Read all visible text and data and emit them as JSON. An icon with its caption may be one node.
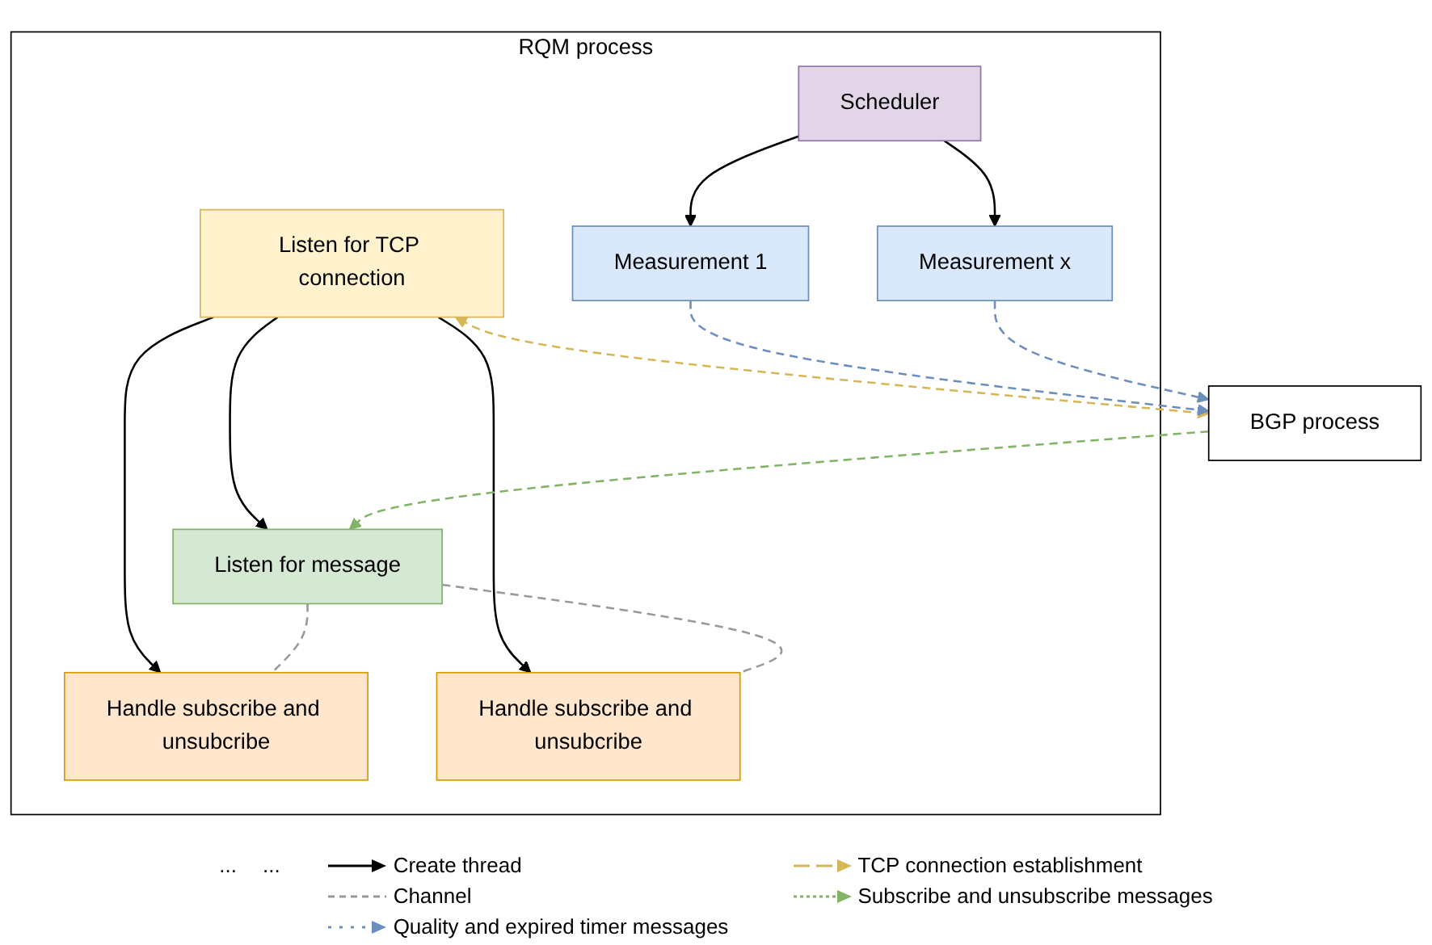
{
  "diagram": {
    "nodes": [
      {
        "text": [
          "RQM process"
        ]
      },
      {
        "text": [
          "Listen for TCP connection"
        ],
        "in": 0
      },
      {
        "text": [
          "Scheduler"
        ],
        "in": 0
      },
      {
        "text": [
          "Listen for message"
        ],
        "in": 0
      },
      {
        "text": [
          "Handle subscribe and unsubcribe"
        ],
        "in": 0
      },
      {
        "text": [
          "Handle subscribe and unsubcribe"
        ],
        "in": 0
      },
      {
        "text": [
          "Measurement 1"
        ],
        "in": 0
      },
      {
        "text": [
          "Measurement x"
        ],
        "in": 0
      },
      {
        "text": [
          "BGP process"
        ]
      }
    ],
    "edges": [
      {
        "from": 1,
        "to": 3,
        "arrow": "to"
      },
      {
        "from": 1,
        "to": 4,
        "arrow": "to"
      },
      {
        "from": 1,
        "to": 5,
        "arrow": "to"
      },
      {
        "from": 2,
        "to": 6,
        "arrow": "to"
      },
      {
        "from": 2,
        "to": 7,
        "arrow": "to"
      },
      {
        "from": 3,
        "to": 4,
        "arrow": "none",
        "style": "dashed",
        "color": "#999999"
      },
      {
        "from": 3,
        "to": 5,
        "arrow": "none",
        "style": "dashed",
        "color": "#999999"
      },
      {
        "from": 1,
        "to": 8,
        "arrow": "both",
        "style": "dashed",
        "color": "#d6b656"
      },
      {
        "from": 8,
        "to": 3,
        "arrow": "to",
        "style": "dashed",
        "color": "#82b366"
      },
      {
        "from": 6,
        "to": 8,
        "arrow": "to",
        "style": "dashed",
        "color": "#6c8ebf"
      },
      {
        "from": 7,
        "to": 8,
        "arrow": "to",
        "style": "dashed",
        "color": "#6c8ebf"
      }
    ],
    "labels": [
      "...",
      "..."
    ],
    "legend": [
      {
        "text": "Create thread"
      },
      {
        "text": "TCP connection establishment"
      },
      {
        "text": "Channel"
      },
      {
        "text": "Subscribe and unsubscribe messages"
      },
      {
        "text": "Quality and expired timer messages"
      }
    ]
  }
}
